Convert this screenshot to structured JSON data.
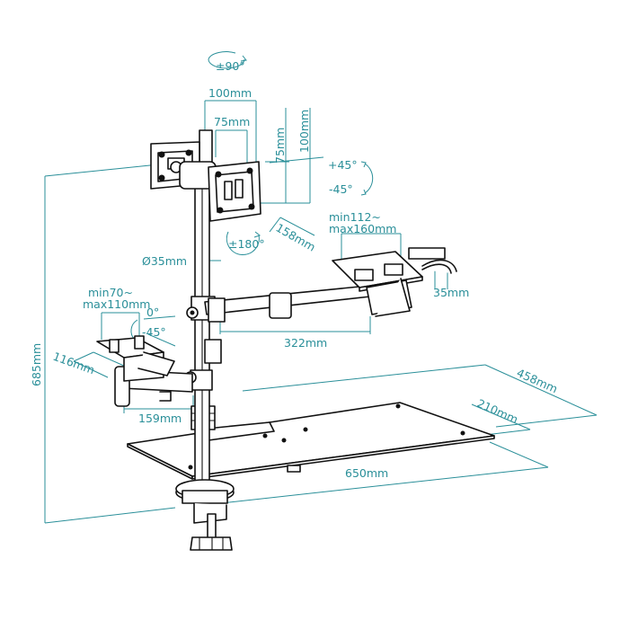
{
  "colors": {
    "dimension": "#2a8f99",
    "line": "#111111",
    "background": "#ffffff"
  },
  "labels": {
    "rot90": "±90°",
    "vesa_w100": "100mm",
    "vesa_w75": "75mm",
    "vesa_h75": "75mm",
    "vesa_h100": "100mm",
    "tilt_up": "+45°",
    "tilt_down": "-45°",
    "pole_dia": "Ø35mm",
    "swivel180": "±180°",
    "arm158": "158mm",
    "laptop_min": "min112~",
    "laptop_max": "max160mm",
    "clip35": "35mm",
    "phone_min": "min70~",
    "phone_max": "max110mm",
    "phone_0": "0°",
    "phone_45": "-45°",
    "arm322": "322mm",
    "phone_116": "116mm",
    "height685": "685mm",
    "depth458": "458mm",
    "depth210": "210mm",
    "arm159": "159mm",
    "width650": "650mm"
  }
}
